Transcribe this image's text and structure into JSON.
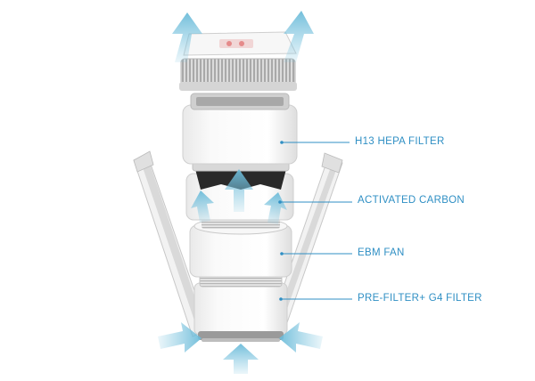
{
  "labels": {
    "hepa": "H13 HEPA FILTER",
    "carbon": "ACTIVATED CARBON",
    "fan": "EBM FAN",
    "prefilter": "PRE-FILTER+ G4 FILTER"
  },
  "colors": {
    "label_text": "#2f8fc4",
    "leader_line": "#2f8fc4",
    "airflow_arrow": "#7fc6e0",
    "housing": "#f4f4f4",
    "housing_shadow": "#d6d6d6",
    "grille": "#bdbdbd",
    "carbon_core": "#2a2a2a"
  },
  "icons": {
    "airflow": "arrow-icon"
  }
}
